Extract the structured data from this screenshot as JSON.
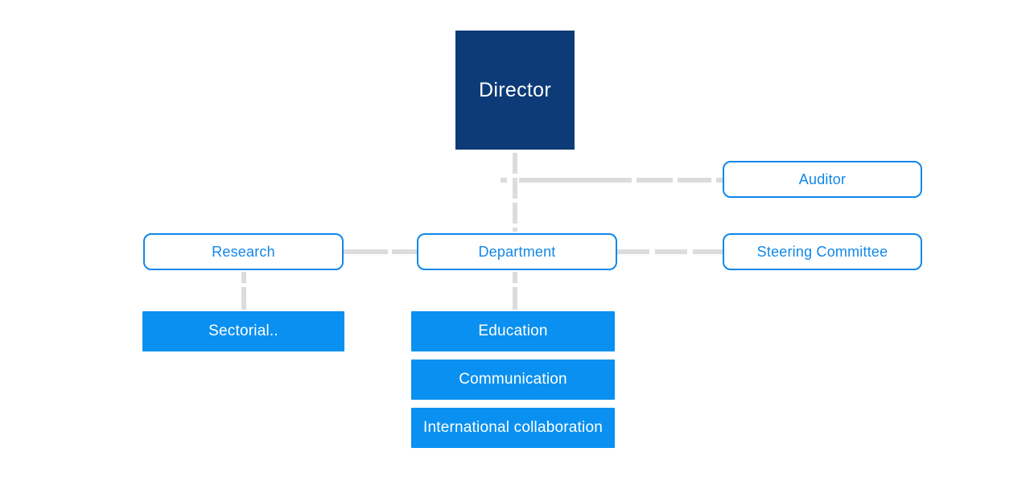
{
  "colors": {
    "page_bg": "#ffffff",
    "navy": "#0c3b77",
    "fill_blue": "#0a90f0",
    "outline_blue": "#1287e9",
    "line_gray": "#dcdcdc",
    "white_text": "#ffffff"
  },
  "chart": {
    "type": "org-chart",
    "nodes": {
      "director": {
        "label": "Director",
        "style": "navy-filled-square"
      },
      "auditor": {
        "label": "Auditor",
        "style": "blue-outline"
      },
      "research": {
        "label": "Research",
        "style": "blue-outline"
      },
      "department": {
        "label": "Department",
        "style": "blue-outline"
      },
      "steering_committee": {
        "label": "Steering Committee",
        "style": "blue-outline"
      },
      "sectorial": {
        "label": "Sectorial..",
        "style": "blue-filled"
      },
      "education": {
        "label": "Education",
        "style": "blue-filled"
      },
      "communication": {
        "label": "Communication",
        "style": "blue-filled"
      },
      "international_collaboration": {
        "label": "International collaboration",
        "style": "blue-filled"
      }
    },
    "edges": [
      {
        "from": "director",
        "to": "department",
        "style": "dashed-gray"
      },
      {
        "from": "director",
        "to": "auditor",
        "style": "dashed-gray"
      },
      {
        "from": "department",
        "to": "research",
        "style": "dashed-gray"
      },
      {
        "from": "department",
        "to": "steering_committee",
        "style": "dashed-gray"
      },
      {
        "from": "research",
        "to": "sectorial",
        "style": "dashed-gray"
      },
      {
        "from": "department",
        "to": "education",
        "style": "dashed-gray"
      }
    ],
    "department_sub_list": [
      "Education",
      "Communication",
      "International collaboration"
    ]
  }
}
